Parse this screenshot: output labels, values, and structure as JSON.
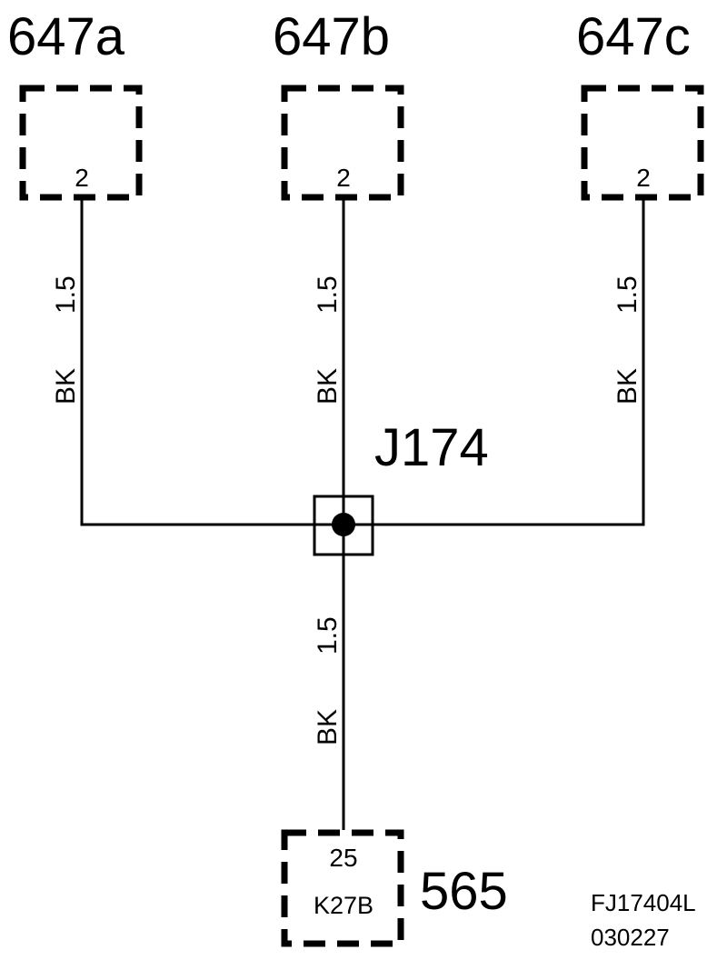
{
  "components": {
    "c647a": {
      "label": "647a",
      "pin": "2"
    },
    "c647b": {
      "label": "647b",
      "pin": "2"
    },
    "c647c": {
      "label": "647c",
      "pin": "2"
    },
    "c565": {
      "label": "565",
      "pin": "25",
      "connector": "K27B"
    }
  },
  "splice": {
    "label": "J174"
  },
  "wires": {
    "left": {
      "color": "BK",
      "size": "1.5"
    },
    "center": {
      "color": "BK",
      "size": "1.5"
    },
    "right": {
      "color": "BK",
      "size": "1.5"
    },
    "bottom": {
      "color": "BK",
      "size": "1.5"
    }
  },
  "footer": {
    "figure_id": "FJ17404L",
    "date_code": "030227"
  }
}
